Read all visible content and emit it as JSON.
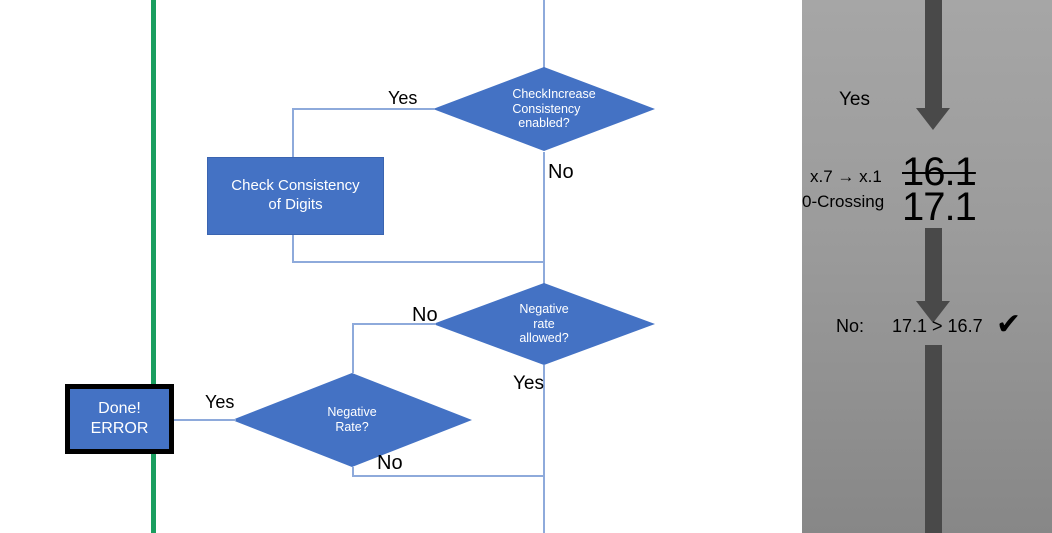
{
  "colors": {
    "shape_fill": "#4472c4",
    "connector": "#8eaadb",
    "green_rule": "#1a9e5f",
    "panel_gray_top": "#a6a6a6",
    "panel_gray_bottom": "#878787",
    "panel_arrow": "#494949",
    "text_on_shape": "#ffffff",
    "text_plain": "#000000"
  },
  "flowchart": {
    "decision_check_increase": {
      "line1": "CheckIncrease",
      "line2": "Consistency",
      "line3": "enabled?",
      "yes_label": "Yes",
      "no_label": "No"
    },
    "process_check_consistency": {
      "line1": "Check Consistency",
      "line2": "of Digits"
    },
    "decision_negative_rate_allowed": {
      "line1": "Negative rate",
      "line2": "allowed?",
      "no_label": "No",
      "yes_label": "Yes"
    },
    "decision_negative_rate": {
      "line1": "Negative Rate?",
      "yes_label": "Yes",
      "no_label": "No"
    },
    "terminator_done_error": {
      "line1": "Done!",
      "line2": "ERROR"
    }
  },
  "panel": {
    "branch_label": "Yes",
    "rule_label": "x.7 → x.1",
    "crossing_label": "0-Crossing",
    "value_old": "16.1",
    "value_new": "17.1",
    "result_prefix": "No:",
    "result_comparison": "17.1 > 16.7",
    "result_mark": "✔",
    "arrow_icon_top": "down-arrow-icon",
    "arrow_icon_middle": "down-arrow-icon",
    "arrow_icon_bottom": "down-arrow-shaft-icon"
  }
}
